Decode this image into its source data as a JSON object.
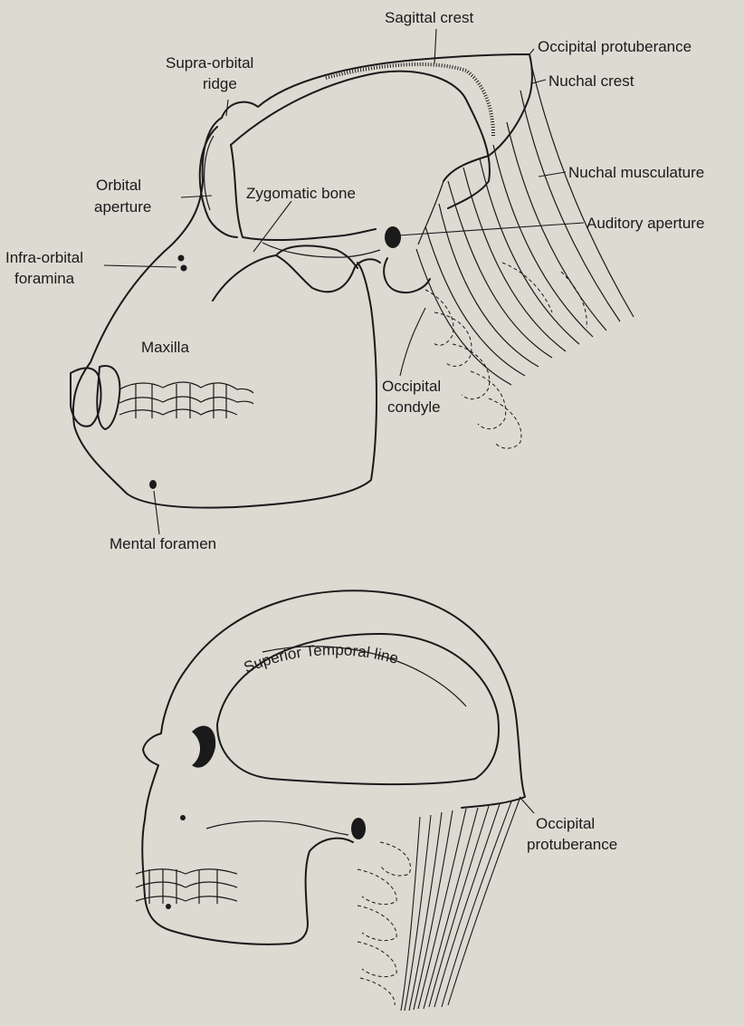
{
  "upper_skull": {
    "labels": {
      "sagittal_crest": "Sagittal crest",
      "occipital_protuberance": "Occipital protuberance",
      "nuchal_crest": "Nuchal crest",
      "supra_orbital_line1": "Supra-orbital",
      "supra_orbital_line2": "ridge",
      "orbital_line1": "Orbital",
      "orbital_line2": "aperture",
      "zygomatic_bone": "Zygomatic bone",
      "nuchal_musculature": "Nuchal musculature",
      "auditory_aperture": "Auditory aperture",
      "infra_orbital_line1": "Infra-orbital",
      "infra_orbital_line2": "foramina",
      "maxilla": "Maxilla",
      "occipital_condyle_line1": "Occipital",
      "occipital_condyle_line2": "condyle",
      "mental_foramen": "Mental foramen"
    }
  },
  "lower_skull": {
    "labels": {
      "superior_temporal_line": "Superior Temporal line",
      "occipital_line1": "Occipital",
      "occipital_line2": "protuberance"
    }
  }
}
